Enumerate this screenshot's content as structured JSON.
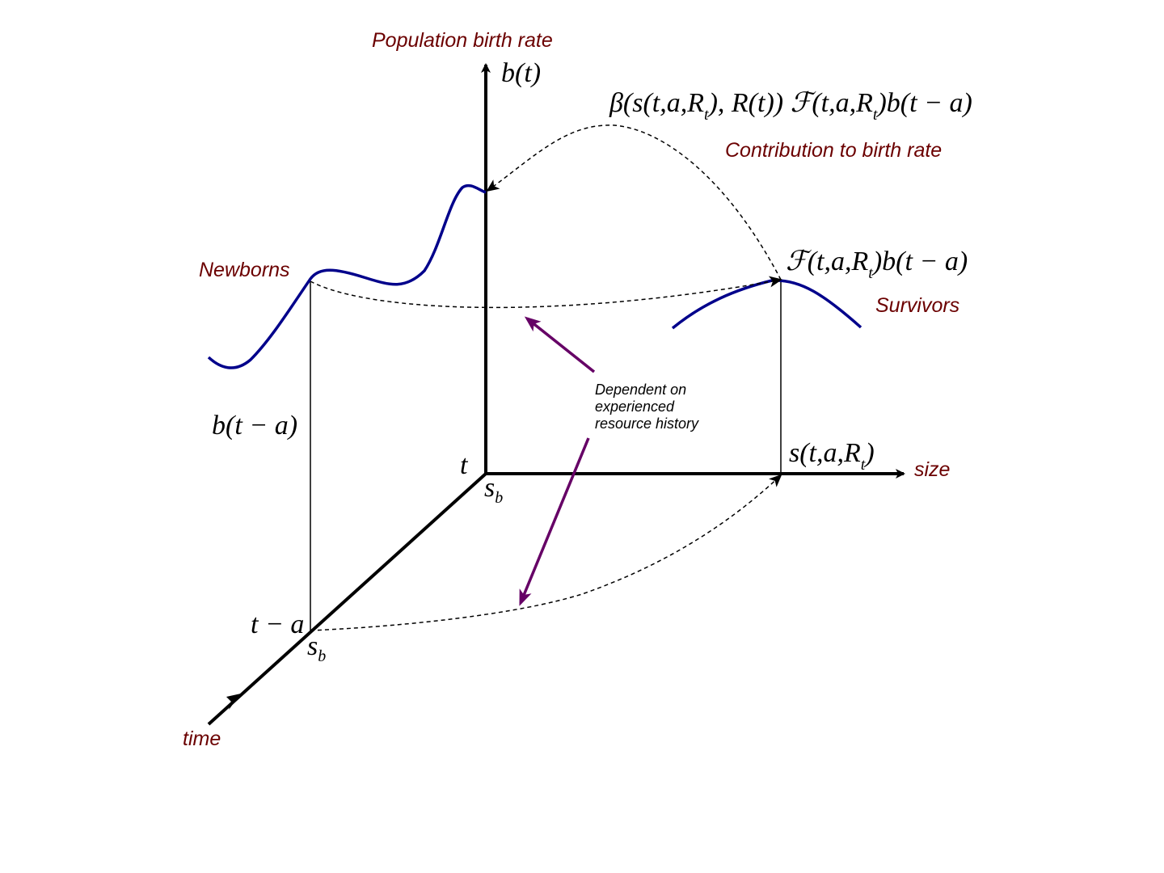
{
  "colors": {
    "axis": "#000000",
    "curve": "#00008b",
    "label": "#6b0000",
    "note_arrow": "#660066"
  },
  "labels": {
    "population_birth_rate": "Population birth rate",
    "contribution": "Contribution to birth rate",
    "newborns": "Newborns",
    "survivors": "Survivors",
    "size": "size",
    "time": "time"
  },
  "math": {
    "bt": "b(t)",
    "beta_expr": "β(s(t,a,R",
    "beta_sub1": "t",
    "beta_mid": "), R(t)) ℱ(t,a,R",
    "beta_sub2": "t",
    "beta_end": ")b(t − a)",
    "survivor_expr": "ℱ(t,a,R",
    "survivor_sub": "t",
    "survivor_end": ")b(t − a)",
    "b_t_minus_a": "b(t − a)",
    "t": "t",
    "t_minus_a": "t − a",
    "s": "s",
    "sb_sub": "b",
    "size_expr": "s(t,a,R",
    "size_sub": "t",
    "size_end": ")"
  },
  "note": {
    "line1": "Dependent on",
    "line2": "experienced",
    "line3": "resource history"
  }
}
